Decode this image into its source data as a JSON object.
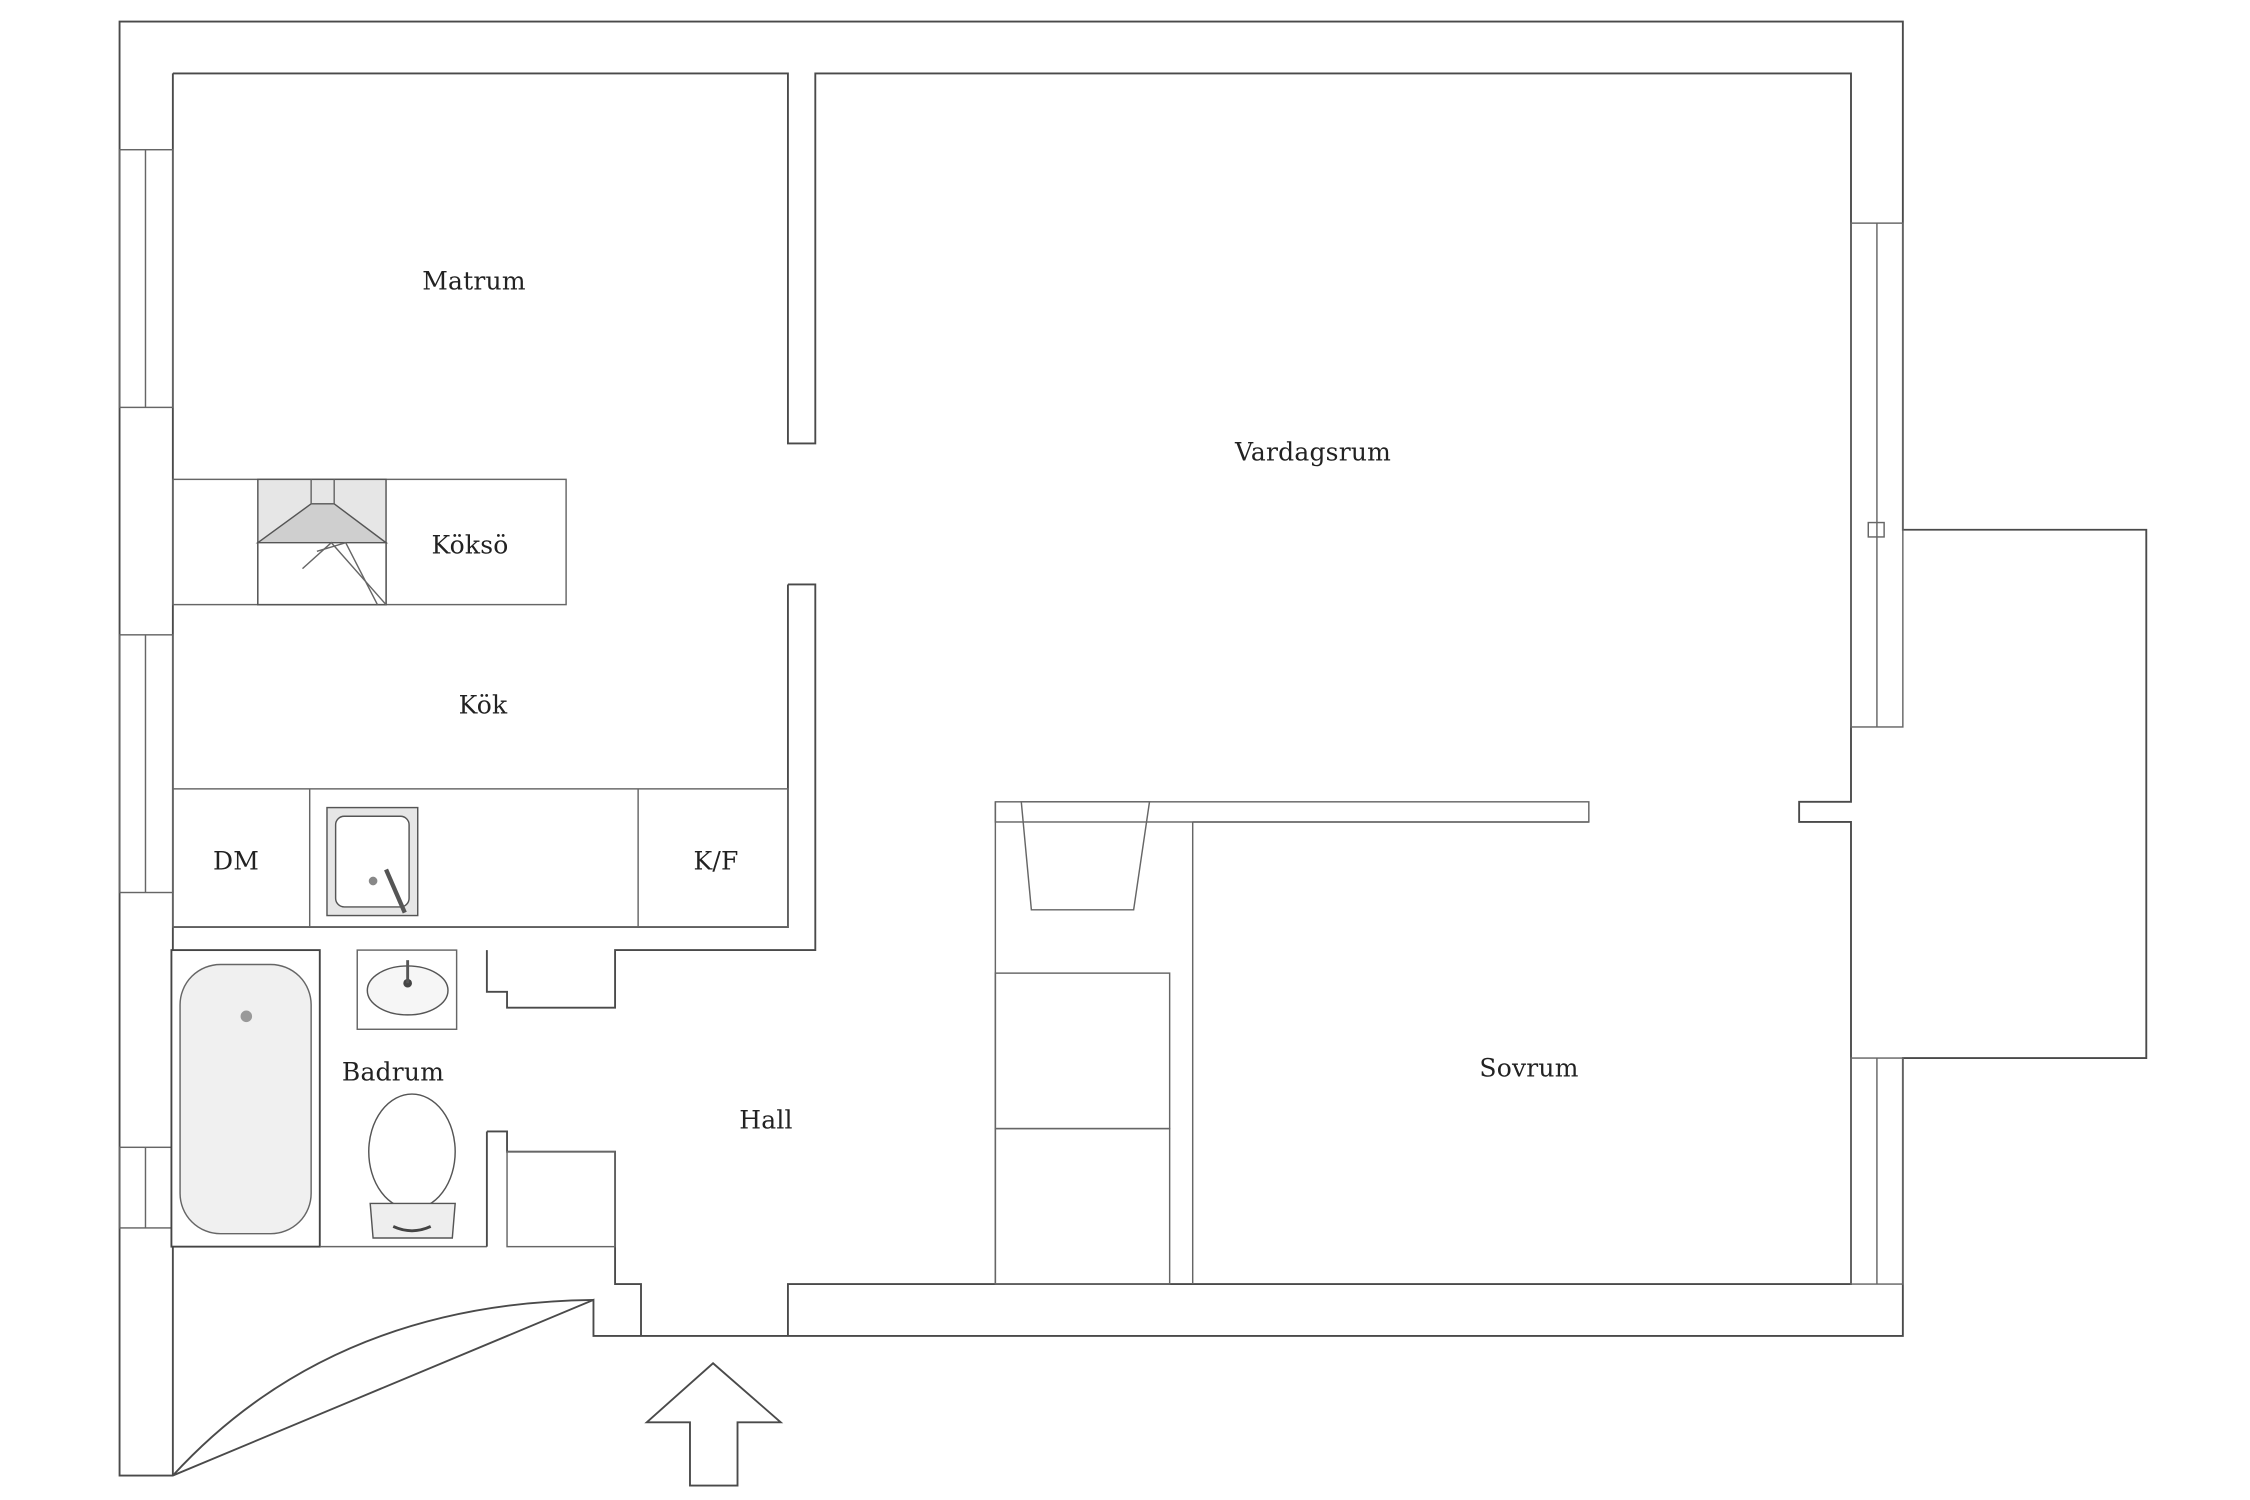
{
  "rooms": {
    "matrum": "Matrum",
    "vardagsrum": "Vardagsrum",
    "koksoe": "Köksö",
    "kok": "Kök",
    "dm": "DM",
    "kf": "K/F",
    "badrum": "Badrum",
    "hall": "Hall",
    "sovrum": "Sovrum"
  },
  "colors": {
    "wall": "#4a4a4a",
    "fixture_fill": "#e6e6e6",
    "background": "#ffffff"
  }
}
